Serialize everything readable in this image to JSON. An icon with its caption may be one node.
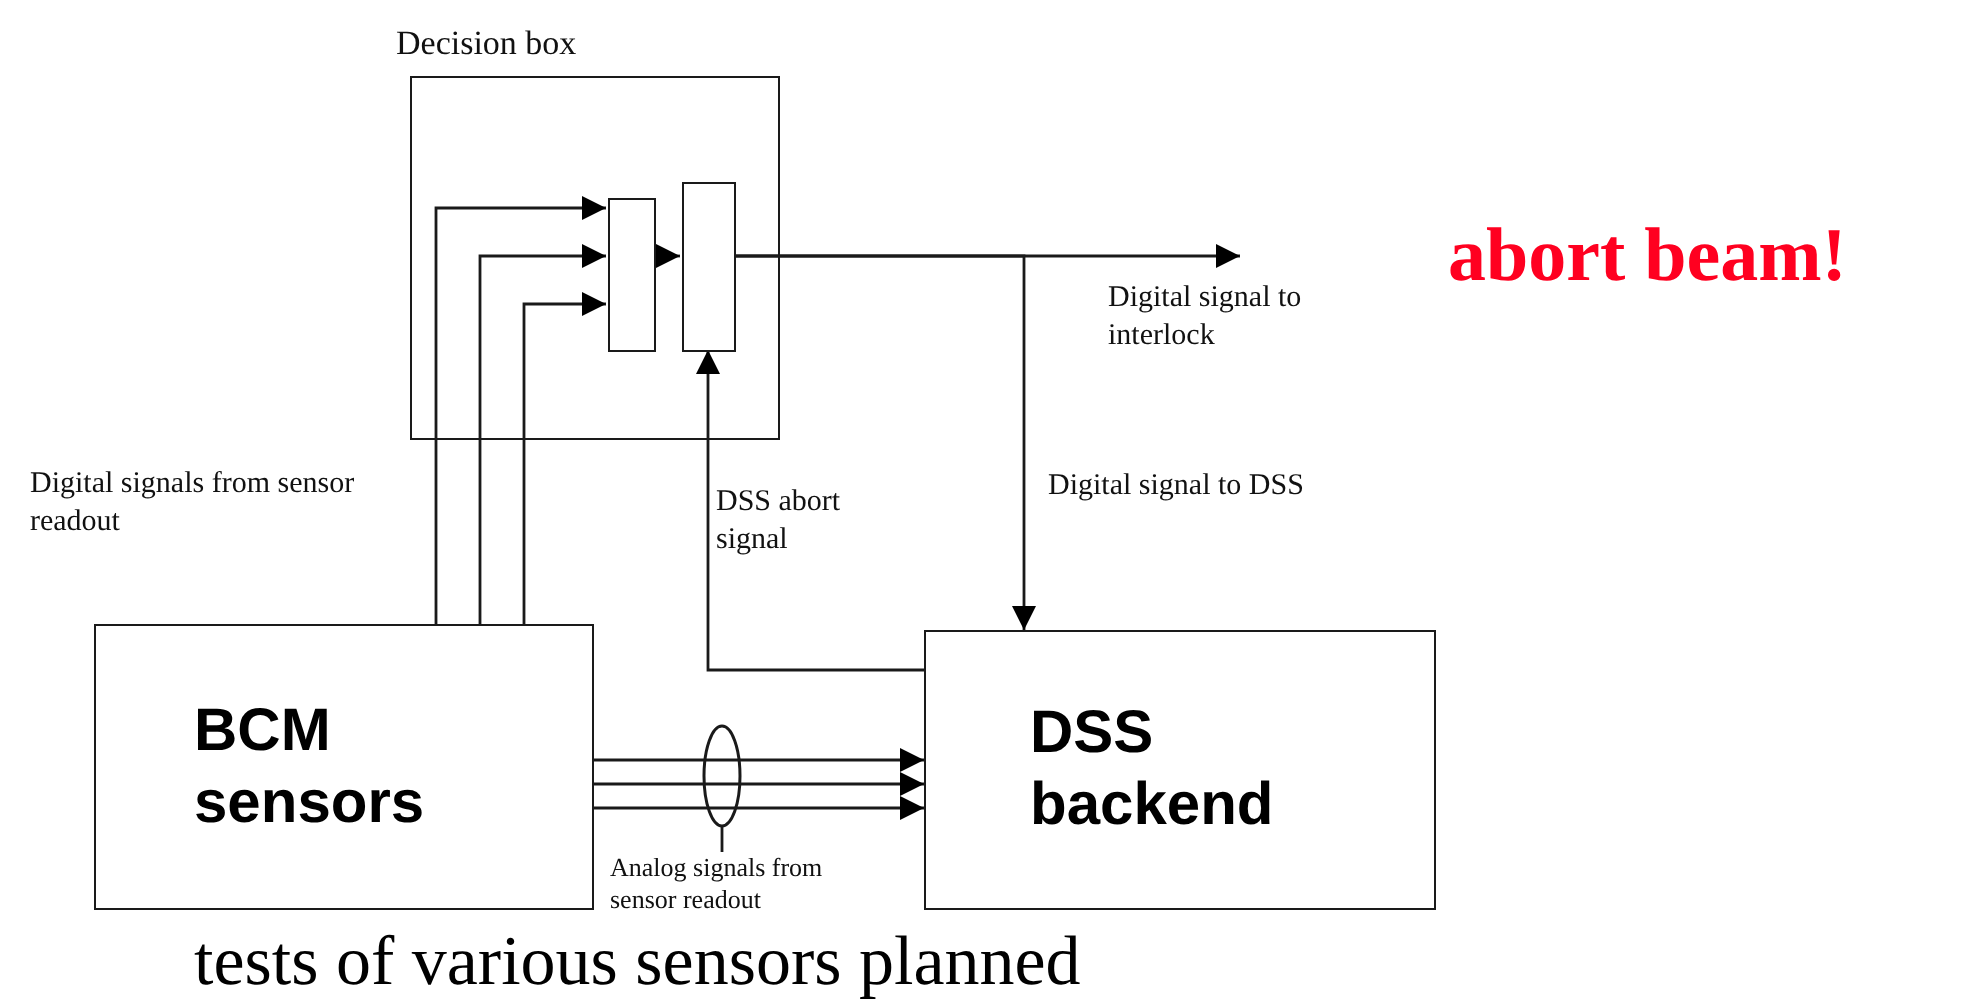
{
  "diagram": {
    "nodes": [
      {
        "text": [
          "Decision box"
        ]
      },
      {
        "text": [],
        "shape": "box",
        "in": 0
      },
      {
        "text": [],
        "shape": "box",
        "in": 0
      },
      {
        "text": [
          "BCM sensors"
        ]
      },
      {
        "text": [
          "DSS backend"
        ]
      },
      {
        "text": [
          "Analog signals from sensor readout"
        ]
      }
    ],
    "edges": [
      {
        "from": 3,
        "to": 1,
        "arrow": "to",
        "label": "Digital signals from sensor readout"
      },
      {
        "from": 3,
        "to": 1,
        "arrow": "to"
      },
      {
        "from": 3,
        "to": 1,
        "arrow": "to"
      },
      {
        "from": 1,
        "to": 2,
        "arrow": "to"
      },
      {
        "from": 2,
        "to": null,
        "arrow": "to",
        "label": "Digital signal to interlock"
      },
      {
        "from": 2,
        "to": 4,
        "arrow": "to",
        "label": "Digital signal to DSS"
      },
      {
        "from": 4,
        "to": 2,
        "arrow": "to",
        "label": "DSS abort signal"
      },
      {
        "from": 3,
        "to": 4,
        "arrow": "to"
      },
      {
        "from": 3,
        "to": 4,
        "arrow": "to"
      },
      {
        "from": 3,
        "to": 4,
        "arrow": "to"
      },
      {
        "from": 5,
        "to": null,
        "arrow": "none"
      }
    ],
    "labels": [
      "abort beam!",
      "tests of various sensors planned"
    ]
  }
}
